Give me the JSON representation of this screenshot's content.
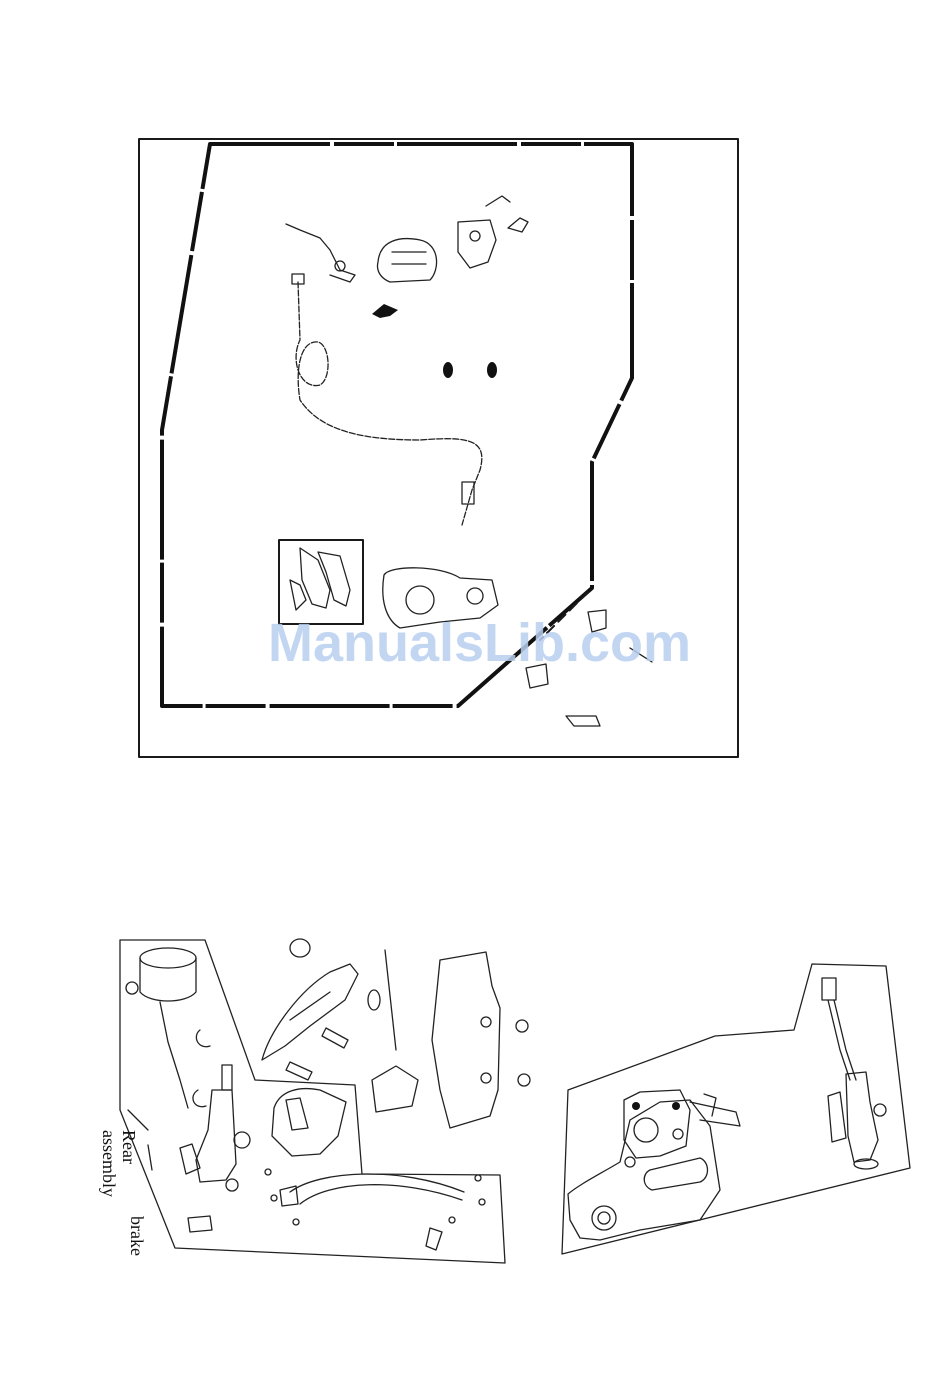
{
  "watermark": "ManualsLib.com",
  "rear_label": {
    "line1": "Rear",
    "line2": "assembly",
    "line3": "brake"
  }
}
